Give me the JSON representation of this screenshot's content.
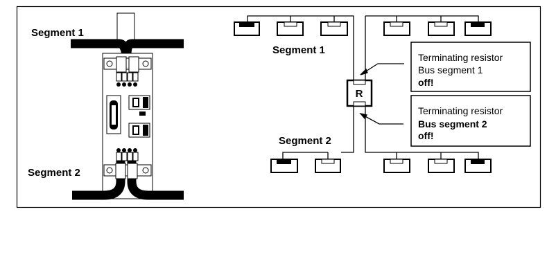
{
  "left_panel": {
    "segment1_label": "Segment 1",
    "segment2_label": "Segment 2"
  },
  "right_panel": {
    "segment1_label": "Segment 1",
    "segment2_label": "Segment 2",
    "resistor_label": "R",
    "callout1": {
      "line1": "Terminating resistor",
      "line2": "Bus segment 1",
      "line3": "off!"
    },
    "callout2": {
      "line1": "Terminating resistor",
      "line2": "Bus segment 2",
      "line3": "off!"
    }
  }
}
